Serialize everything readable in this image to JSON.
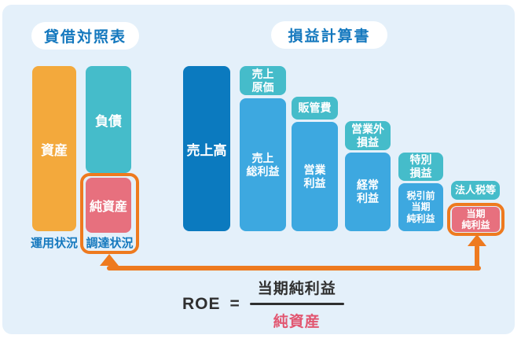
{
  "colors": {
    "panel_bg": "#E4F0FA",
    "asset_orange": "#F3A93C",
    "cost_teal": "#45BCCA",
    "revenue_dark_blue": "#0B7ABF",
    "profit_light_blue": "#3DA8E0",
    "equity_pink": "#E7707E",
    "accent_orange": "#EE7A1F",
    "blue_text": "#1478BE",
    "formula_text": "#2f2f2f",
    "formula_denominator_pink": "#E25570"
  },
  "balance_sheet": {
    "title": "貸借対照表",
    "asset_bar": "資産",
    "liability_bar": "負債",
    "equity_bar": "純資産",
    "asset_caption": "運用状況",
    "equity_caption": "調達状況"
  },
  "income_statement": {
    "title": "損益計算書",
    "revenue_bar": "売上高",
    "cost_1": "売上\n原価",
    "profit_1": "売上\n総利益",
    "cost_2": "販管費",
    "profit_2": "営業\n利益",
    "cost_3": "営業外\n損益",
    "profit_3": "経常\n利益",
    "cost_4": "特別\n損益",
    "profit_4": "税引前\n当期\n純利益",
    "cost_5": "法人税等",
    "profit_5": "当期\n純利益"
  },
  "formula": {
    "lhs": "ROE",
    "equals": "=",
    "numerator": "当期純利益",
    "denominator": "純資産"
  }
}
